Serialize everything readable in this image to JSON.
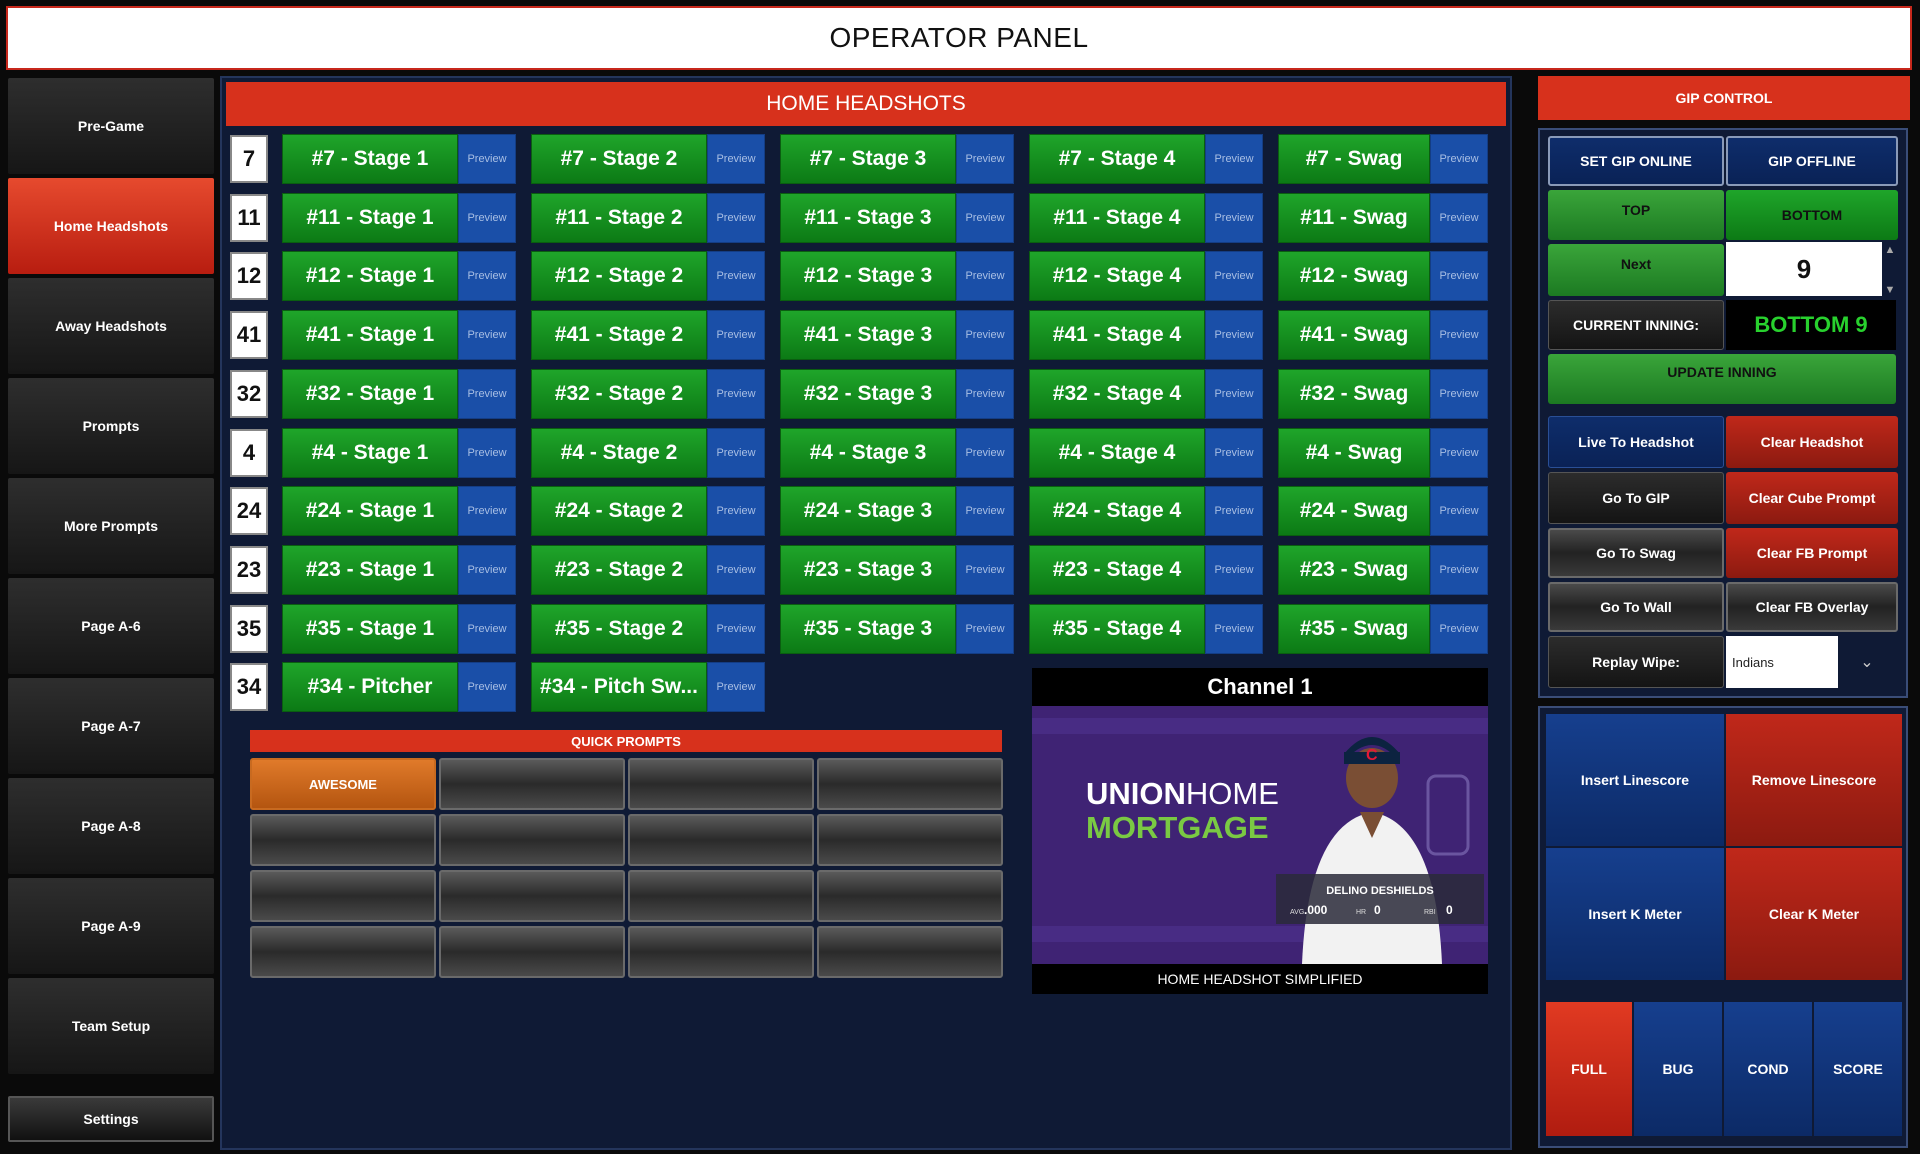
{
  "title": "OPERATOR PANEL",
  "sidebar": {
    "items": [
      {
        "label": "Pre-Game"
      },
      {
        "label": "Home Headshots"
      },
      {
        "label": "Away Headshots"
      },
      {
        "label": "Prompts"
      },
      {
        "label": "More Prompts"
      },
      {
        "label": "Page A-6"
      },
      {
        "label": "Page A-7"
      },
      {
        "label": "Page A-8"
      },
      {
        "label": "Page A-9"
      },
      {
        "label": "Team Setup"
      },
      {
        "label": "Settings"
      }
    ],
    "active": "Home Headshots"
  },
  "headshots": {
    "header": "HOME HEADSHOTS",
    "preview_label": "Preview",
    "rows": [
      {
        "number": "7",
        "buttons": [
          "#7 - Stage 1",
          "#7 - Stage 2",
          "#7 - Stage 3",
          "#7 - Stage 4",
          "#7 - Swag"
        ]
      },
      {
        "number": "11",
        "buttons": [
          "#11 - Stage 1",
          "#11 - Stage 2",
          "#11 - Stage 3",
          "#11 - Stage 4",
          "#11 - Swag"
        ]
      },
      {
        "number": "12",
        "buttons": [
          "#12 - Stage 1",
          "#12 - Stage 2",
          "#12 - Stage 3",
          "#12 - Stage 4",
          "#12 - Swag"
        ]
      },
      {
        "number": "41",
        "buttons": [
          "#41 - Stage 1",
          "#41 - Stage 2",
          "#41 - Stage 3",
          "#41 - Stage 4",
          "#41 - Swag"
        ]
      },
      {
        "number": "32",
        "buttons": [
          "#32 - Stage 1",
          "#32 - Stage 2",
          "#32 - Stage 3",
          "#32 - Stage 4",
          "#32 - Swag"
        ]
      },
      {
        "number": "4",
        "buttons": [
          "#4 - Stage 1",
          "#4 - Stage 2",
          "#4 - Stage 3",
          "#4 - Stage 4",
          "#4 - Swag"
        ]
      },
      {
        "number": "24",
        "buttons": [
          "#24 - Stage 1",
          "#24 - Stage 2",
          "#24 - Stage 3",
          "#24 - Stage 4",
          "#24 - Swag"
        ]
      },
      {
        "number": "23",
        "buttons": [
          "#23 - Stage 1",
          "#23 - Stage 2",
          "#23 - Stage 3",
          "#23 - Stage 4",
          "#23 - Swag"
        ]
      },
      {
        "number": "35",
        "buttons": [
          "#35 - Stage 1",
          "#35 - Stage 2",
          "#35 - Stage 3",
          "#35 - Stage 4",
          "#35 - Swag"
        ]
      },
      {
        "number": "34",
        "buttons": [
          "#34 - Pitcher",
          "#34 - Pitch Sw..."
        ]
      }
    ]
  },
  "quick_prompts": {
    "header": "QUICK PROMPTS",
    "buttons": [
      "AWESOME",
      "",
      "",
      "",
      "",
      "",
      "",
      "",
      "",
      "",
      "",
      "",
      "",
      "",
      "",
      ""
    ]
  },
  "channel": {
    "title": "Channel 1",
    "caption": "HOME HEADSHOT SIMPLIFIED",
    "preview": {
      "sponsor_line1_bold": "UNION",
      "sponsor_line1_light": "HOME",
      "sponsor_line2": "MORTGAGE",
      "player_name": "DELINO DESHIELDS",
      "stats": [
        {
          "label": "AVG",
          "value": ".000"
        },
        {
          "label": "HR",
          "value": "0"
        },
        {
          "label": "RBI",
          "value": "0"
        }
      ]
    }
  },
  "gip": {
    "header": "GIP CONTROL",
    "set_online": "SET GIP ONLINE",
    "offline": "GIP OFFLINE",
    "top": "TOP",
    "bottom": "BOTTOM",
    "next": "Next",
    "inning_value": "9",
    "current_inning_label": "CURRENT INNING:",
    "current_inning_value": "BOTTOM 9",
    "update_inning": "UPDATE INNING",
    "live_to_headshot": "Live To Headshot",
    "clear_headshot": "Clear Headshot",
    "go_to_gip": "Go To GIP",
    "clear_cube_prompt": "Clear Cube Prompt",
    "go_to_swag": "Go To Swag",
    "clear_fb_prompt": "Clear FB Prompt",
    "go_to_wall": "Go To Wall",
    "clear_fb_overlay": "Clear FB Overlay",
    "replay_wipe_label": "Replay Wipe:",
    "replay_wipe_value": "Indians"
  },
  "overlay_controls": {
    "insert_linescore": "Insert Linescore",
    "remove_linescore": "Remove Linescore",
    "insert_k_meter": "Insert K Meter",
    "clear_k_meter": "Clear K Meter",
    "modes": [
      "FULL",
      "BUG",
      "COND",
      "SCORE"
    ],
    "active_mode": "FULL"
  },
  "colors": {
    "accent_red": "#d7311c",
    "button_green": "#1fa52a",
    "preview_blue": "#1a4fa8",
    "panel_navy": "#0f1a35",
    "inning_text_green": "#28d12e"
  }
}
